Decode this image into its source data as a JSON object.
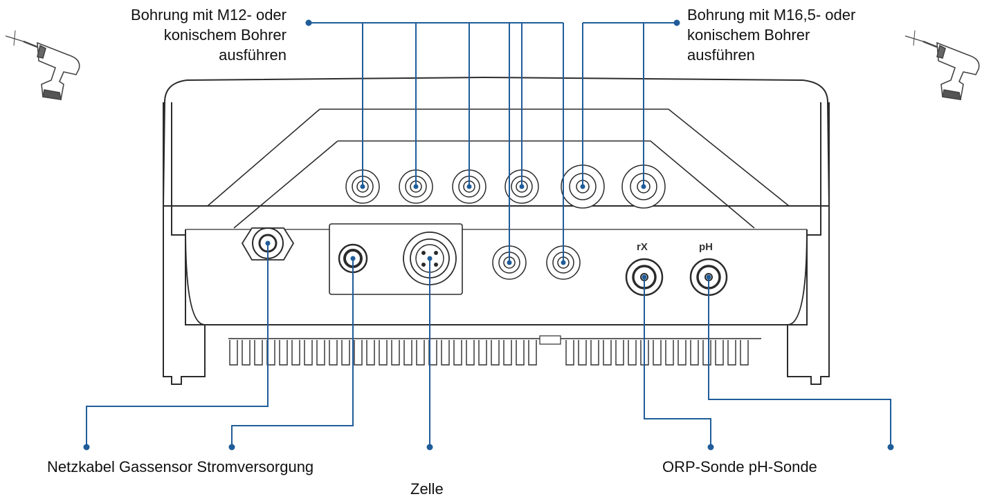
{
  "labels": {
    "drill_m12": [
      "Bohrung mit M12- oder",
      "konischem Bohrer",
      "ausführen"
    ],
    "drill_m16": [
      "Bohrung mit M16,5- oder",
      "konischem Bohrer",
      "ausführen"
    ],
    "bottom_left": "Netzkabel Gassensor Stromversorgung",
    "zelle": "Zelle",
    "bottom_right": "ORP-Sonde pH-Sonde",
    "port_rx": "rX",
    "port_ph": "pH"
  },
  "colors": {
    "leader": "#1f5c99",
    "outline": "#2b2b2b",
    "panel_fill": "#ffffff"
  },
  "icons": [
    "drill-icon-left",
    "drill-icon-right"
  ]
}
